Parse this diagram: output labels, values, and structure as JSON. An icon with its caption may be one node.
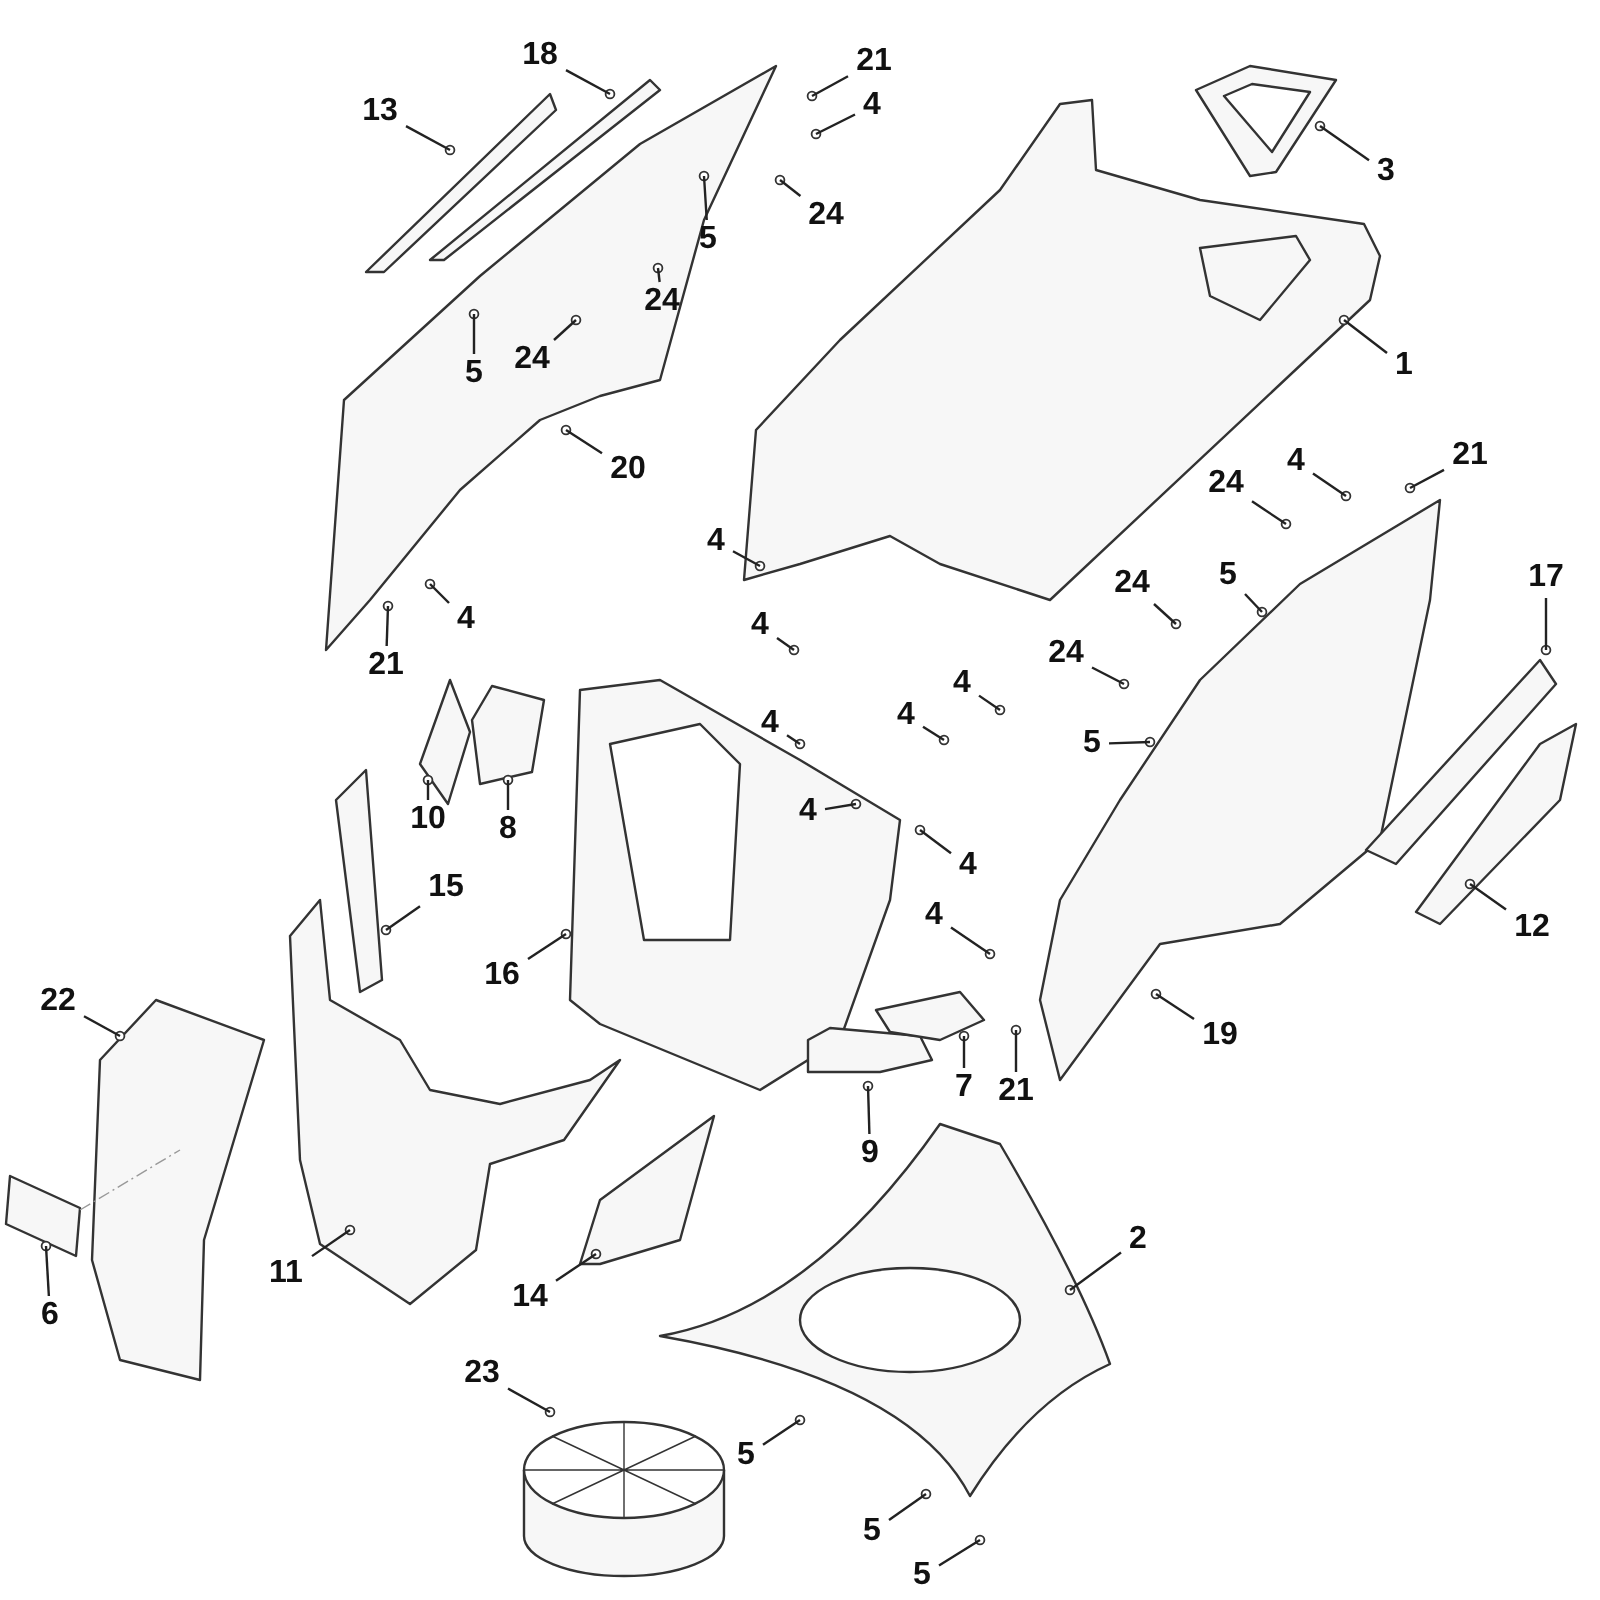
{
  "diagram": {
    "nodes": [
      {
        "text": [
          "18"
        ]
      },
      {
        "text": [
          "21"
        ]
      },
      {
        "text": [
          "4"
        ]
      },
      {
        "text": [
          "13"
        ]
      },
      {
        "text": [
          "3"
        ]
      },
      {
        "text": [
          "24"
        ]
      },
      {
        "text": [
          "5"
        ]
      },
      {
        "text": [
          "24"
        ]
      },
      {
        "text": [
          "24"
        ]
      },
      {
        "text": [
          "1"
        ]
      },
      {
        "text": [
          "5"
        ]
      },
      {
        "text": [
          "20"
        ]
      },
      {
        "text": [
          "4"
        ]
      },
      {
        "text": [
          "21"
        ]
      },
      {
        "text": [
          "24"
        ]
      },
      {
        "text": [
          "4"
        ]
      },
      {
        "text": [
          "24"
        ]
      },
      {
        "text": [
          "5"
        ]
      },
      {
        "text": [
          "17"
        ]
      },
      {
        "text": [
          "4"
        ]
      },
      {
        "text": [
          "4"
        ]
      },
      {
        "text": [
          "24"
        ]
      },
      {
        "text": [
          "21"
        ]
      },
      {
        "text": [
          "4"
        ]
      },
      {
        "text": [
          "4"
        ]
      },
      {
        "text": [
          "4"
        ]
      },
      {
        "text": [
          "5"
        ]
      },
      {
        "text": [
          "4"
        ]
      },
      {
        "text": [
          "10"
        ]
      },
      {
        "text": [
          "8"
        ]
      },
      {
        "text": [
          "4"
        ]
      },
      {
        "text": [
          "15"
        ]
      },
      {
        "text": [
          "4"
        ]
      },
      {
        "text": [
          "12"
        ]
      },
      {
        "text": [
          "16"
        ]
      },
      {
        "text": [
          "22"
        ]
      },
      {
        "text": [
          "19"
        ]
      },
      {
        "text": [
          "7"
        ]
      },
      {
        "text": [
          "21"
        ]
      },
      {
        "text": [
          "9"
        ]
      },
      {
        "text": [
          "2"
        ]
      },
      {
        "text": [
          "11"
        ]
      },
      {
        "text": [
          "14"
        ]
      },
      {
        "text": [
          "6"
        ]
      },
      {
        "text": [
          "23"
        ]
      },
      {
        "text": [
          "5"
        ]
      },
      {
        "text": [
          "5"
        ]
      },
      {
        "text": [
          "5"
        ]
      }
    ],
    "edges": [
      {
        "from": 0,
        "to": null,
        "arrow": "none"
      },
      {
        "from": 1,
        "to": null,
        "arrow": "none"
      },
      {
        "from": 2,
        "to": null,
        "arrow": "none"
      },
      {
        "from": 3,
        "to": null,
        "arrow": "none"
      },
      {
        "from": 4,
        "to": null,
        "arrow": "none"
      },
      {
        "from": 5,
        "to": null,
        "arrow": "none"
      },
      {
        "from": 6,
        "to": null,
        "arrow": "none"
      },
      {
        "from": 7,
        "to": null,
        "arrow": "none"
      },
      {
        "from": 8,
        "to": null,
        "arrow": "none"
      },
      {
        "from": 9,
        "to": null,
        "arrow": "none"
      },
      {
        "from": 10,
        "to": null,
        "arrow": "none"
      },
      {
        "from": 11,
        "to": null,
        "arrow": "none"
      },
      {
        "from": 12,
        "to": null,
        "arrow": "none"
      },
      {
        "from": 13,
        "to": null,
        "arrow": "none"
      },
      {
        "from": 14,
        "to": null,
        "arrow": "none"
      },
      {
        "from": 15,
        "to": null,
        "arrow": "none"
      },
      {
        "from": 16,
        "to": null,
        "arrow": "none"
      },
      {
        "from": 17,
        "to": null,
        "arrow": "none"
      },
      {
        "from": 18,
        "to": null,
        "arrow": "none"
      },
      {
        "from": 19,
        "to": null,
        "arrow": "none"
      },
      {
        "from": 20,
        "to": null,
        "arrow": "none"
      },
      {
        "from": 21,
        "to": null,
        "arrow": "none"
      },
      {
        "from": 22,
        "to": null,
        "arrow": "none"
      },
      {
        "from": 23,
        "to": null,
        "arrow": "none"
      },
      {
        "from": 24,
        "to": null,
        "arrow": "none"
      },
      {
        "from": 25,
        "to": null,
        "arrow": "none"
      },
      {
        "from": 26,
        "to": null,
        "arrow": "none"
      },
      {
        "from": 27,
        "to": null,
        "arrow": "none"
      },
      {
        "from": 28,
        "to": null,
        "arrow": "none"
      },
      {
        "from": 29,
        "to": null,
        "arrow": "none"
      },
      {
        "from": 30,
        "to": null,
        "arrow": "none"
      },
      {
        "from": 31,
        "to": null,
        "arrow": "none"
      },
      {
        "from": 32,
        "to": null,
        "arrow": "none"
      },
      {
        "from": 33,
        "to": null,
        "arrow": "none"
      },
      {
        "from": 34,
        "to": null,
        "arrow": "none"
      },
      {
        "from": 35,
        "to": null,
        "arrow": "none"
      },
      {
        "from": 36,
        "to": null,
        "arrow": "none"
      },
      {
        "from": 37,
        "to": null,
        "arrow": "none"
      },
      {
        "from": 38,
        "to": null,
        "arrow": "none"
      },
      {
        "from": 39,
        "to": null,
        "arrow": "none"
      },
      {
        "from": 40,
        "to": null,
        "arrow": "none"
      },
      {
        "from": 41,
        "to": null,
        "arrow": "none"
      },
      {
        "from": 42,
        "to": null,
        "arrow": "none"
      },
      {
        "from": 43,
        "to": null,
        "arrow": "none"
      },
      {
        "from": 44,
        "to": null,
        "arrow": "none"
      },
      {
        "from": 45,
        "to": null,
        "arrow": "none"
      },
      {
        "from": 46,
        "to": null,
        "arrow": "none"
      },
      {
        "from": 47,
        "to": null,
        "arrow": "none"
      }
    ]
  }
}
